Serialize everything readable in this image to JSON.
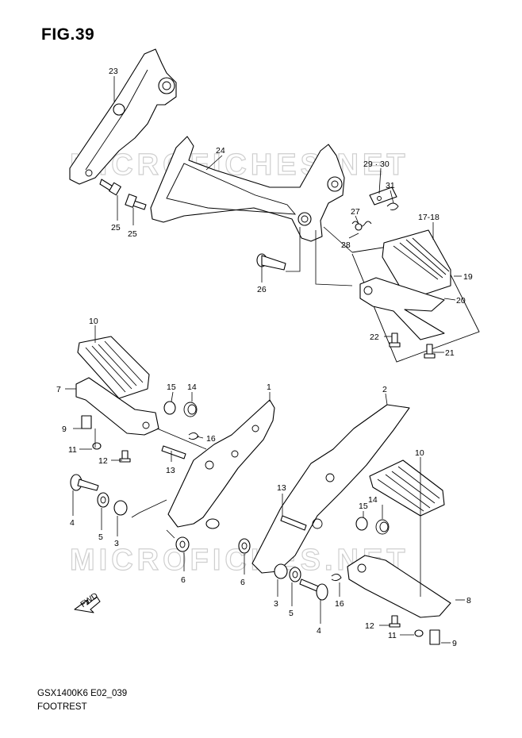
{
  "figure": {
    "title": "FIG.39"
  },
  "footer": {
    "code": "GSX1400K6 E02_039",
    "name": "FOOTREST"
  },
  "watermark": "MICROFICHES.NET",
  "direction_arrow": {
    "label": "FWD"
  },
  "callouts": {
    "c23": "23",
    "c24": "24",
    "c25a": "25",
    "c25b": "25",
    "c26": "26",
    "c27": "27",
    "c28": "28",
    "c2930": "29 · 30",
    "c31": "31",
    "c1718": "17-18",
    "c19": "19",
    "c20": "20",
    "c21": "21",
    "c22": "22",
    "c10a": "10",
    "c7": "7",
    "c9a": "9",
    "c11a": "11",
    "c12a": "12",
    "c15a": "15",
    "c14a": "14",
    "c16a": "16",
    "c13a": "13",
    "c1": "1",
    "c4a": "4",
    "c5a": "5",
    "c3a": "3",
    "c6a": "6",
    "c2": "2",
    "c10b": "10",
    "c13b": "13",
    "c15b": "15",
    "c14b": "14",
    "c6b": "6",
    "c3b": "3",
    "c5b": "5",
    "c16b": "16",
    "c4b": "4",
    "c8": "8",
    "c12b": "12",
    "c11b": "11",
    "c9b": "9"
  }
}
